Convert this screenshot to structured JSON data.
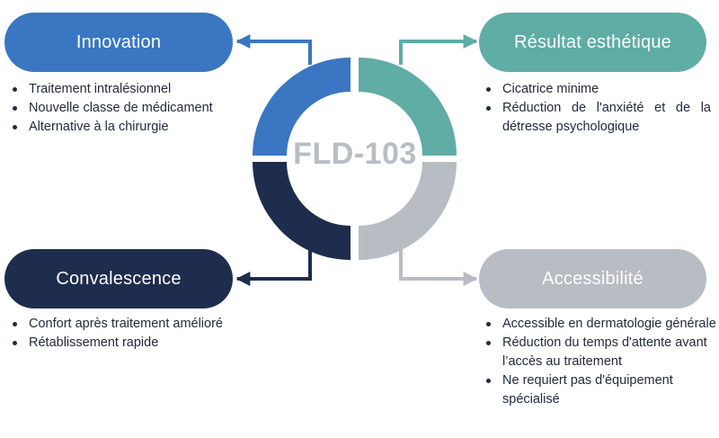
{
  "center": {
    "label": "FLD-103"
  },
  "innovation": {
    "title": "Innovation",
    "color": "#3a76c2",
    "items": [
      "Traitement intralésionnel",
      "Nouvelle classe de médicament",
      "Alternative à la chirurgie"
    ]
  },
  "resultat": {
    "title": "Résultat esthétique",
    "color": "#5fada5",
    "items": [
      "Cicatrice minime",
      "Réduction de l'anxiété et de la détresse psychologique"
    ]
  },
  "convalescence": {
    "title": "Convalescence",
    "color": "#1e2d4d",
    "items": [
      "Confort après traitement amélioré",
      "Rétablissement rapide"
    ]
  },
  "accessibilite": {
    "title": "Accessibilité",
    "color": "#b8bcc3",
    "items": [
      "Accessible en dermatologie générale",
      "Réduction du temps d'attente avant l’accès au traitement",
      "Ne requiert pas d'équipement spécialisé"
    ]
  }
}
